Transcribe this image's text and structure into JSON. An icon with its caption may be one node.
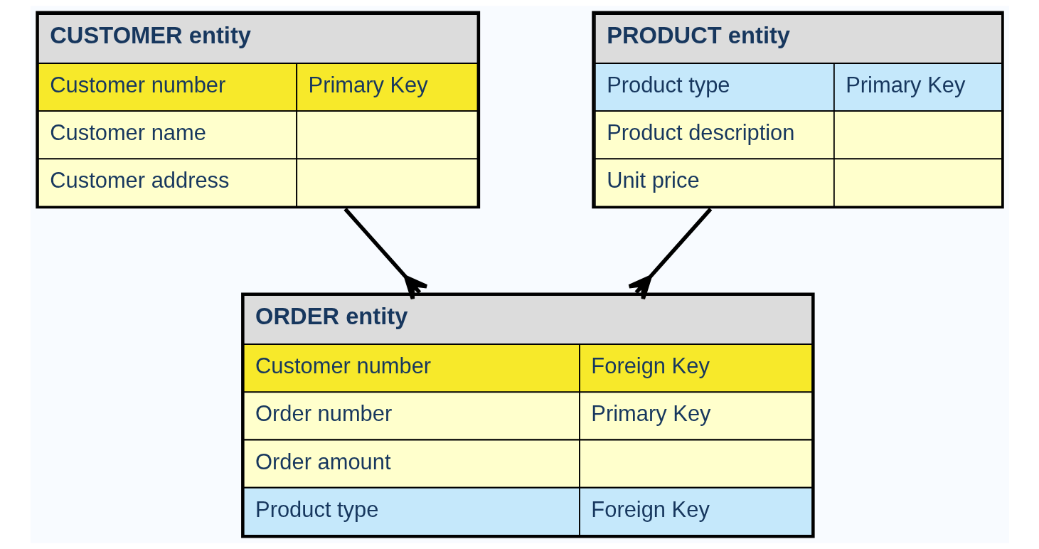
{
  "diagram": {
    "nodes": [
      {
        "text": [
          "CUSTOMER entity",
          "Customer number",
          "Primary Key",
          "Customer name",
          "Customer address"
        ]
      },
      {
        "text": [
          "PRODUCT entity",
          "Product type",
          "Primary Key",
          "Product description",
          "Unit price"
        ]
      },
      {
        "text": [
          "ORDER entity",
          "Customer number",
          "Foreign Key",
          "Order number",
          "Primary Key",
          "Order amount",
          "Product type",
          "Foreign Key"
        ]
      }
    ],
    "edges": [
      {
        "from": 0,
        "to": 2,
        "arrow": "other"
      },
      {
        "from": 1,
        "to": 2,
        "arrow": "other"
      }
    ]
  }
}
